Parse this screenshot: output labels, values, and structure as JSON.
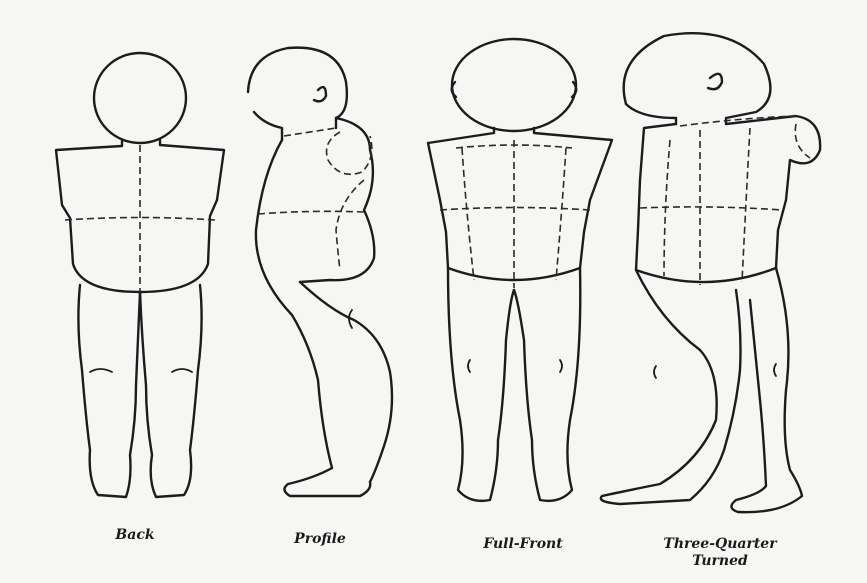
{
  "figure": {
    "views": [
      {
        "id": "back",
        "label": "Back"
      },
      {
        "id": "profile",
        "label": "Profile"
      },
      {
        "id": "full-front",
        "label": "Full-Front"
      },
      {
        "id": "three-quarter",
        "label": "Three-Quarter",
        "label_line2": "Turned"
      }
    ]
  }
}
